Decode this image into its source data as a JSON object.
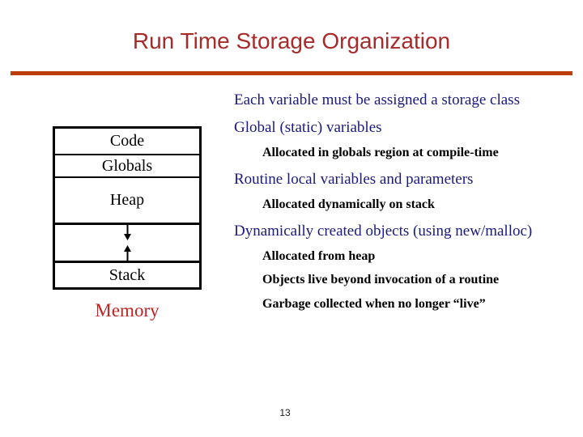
{
  "slide": {
    "title": "Run Time Storage Organization",
    "page_number": "13"
  },
  "diagram": {
    "segments": [
      "Code",
      "Globals",
      "Heap",
      "Stack"
    ],
    "caption": "Memory",
    "arrow_icons": [
      "heap-grows-down-arrow",
      "stack-grows-up-arrow"
    ]
  },
  "content": {
    "intro": "Each variable must be assigned a storage class",
    "sections": [
      {
        "heading": "Global (static) variables",
        "details": [
          "Allocated in globals region at compile-time"
        ]
      },
      {
        "heading": "Routine local variables and parameters",
        "details": [
          "Allocated dynamically on stack"
        ]
      },
      {
        "heading": "Dynamically created objects (using new/malloc)",
        "details": [
          "Allocated from heap",
          "Objects live beyond invocation of a routine",
          "Garbage collected when no longer “live”"
        ]
      }
    ]
  },
  "colors": {
    "title_text": "#A62B2B",
    "divider": "#BC3D0E",
    "heading_text": "#1A1A7E",
    "detail_text": "#000000",
    "caption_text": "#C32222",
    "diagram_border": "#000000"
  }
}
